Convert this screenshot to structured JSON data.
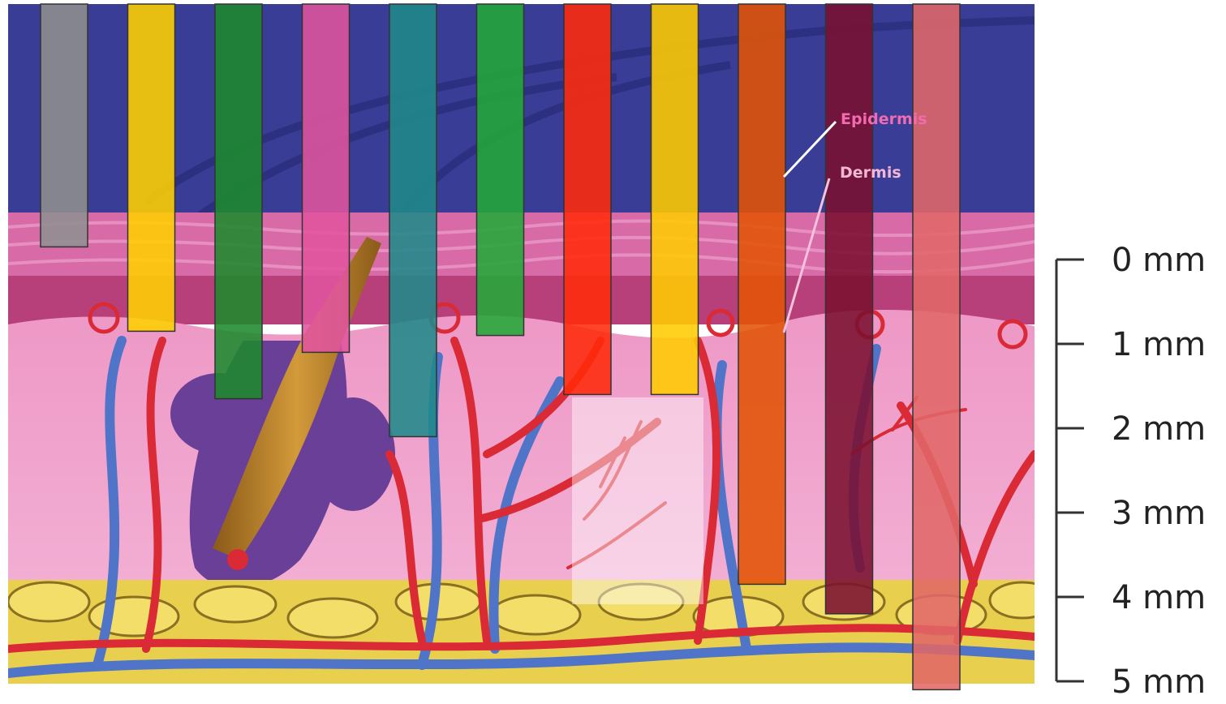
{
  "labels": {
    "epidermis": "Epidermis",
    "dermis": "Dermis"
  },
  "scale": {
    "ticks": [
      "0 mm",
      "1 mm",
      "2 mm",
      "3 mm",
      "4 mm",
      "5 mm"
    ],
    "depth_values_mm": [
      0,
      1,
      2,
      3,
      4,
      5
    ]
  },
  "bars": [
    {
      "color": "#8f8f8f",
      "depth_mm": -0.15
    },
    {
      "color": "#ffd000",
      "depth_mm": 0.85
    },
    {
      "color": "#1c8a2c",
      "depth_mm": 1.65
    },
    {
      "color": "#e0549e",
      "depth_mm": 1.1
    },
    {
      "color": "#1f8a8a",
      "depth_mm": 2.1
    },
    {
      "color": "#22a838",
      "depth_mm": 0.9
    },
    {
      "color": "#ff2a0a",
      "depth_mm": 1.6
    },
    {
      "color": "#ffcc00",
      "depth_mm": 1.6
    },
    {
      "color": "#e35305",
      "depth_mm": 3.85
    },
    {
      "color": "#7a1030",
      "depth_mm": 4.2
    },
    {
      "color": "#e06868",
      "depth_mm": 5.1
    }
  ],
  "colors": {
    "sky": "#3a3d96",
    "epidermis": "#d86aa8",
    "dermis": "#f0a4cf",
    "fat": "#e9cf4e",
    "artery": "#d92a36",
    "vein": "#4f74c8",
    "follicle": "#6a3f98"
  }
}
